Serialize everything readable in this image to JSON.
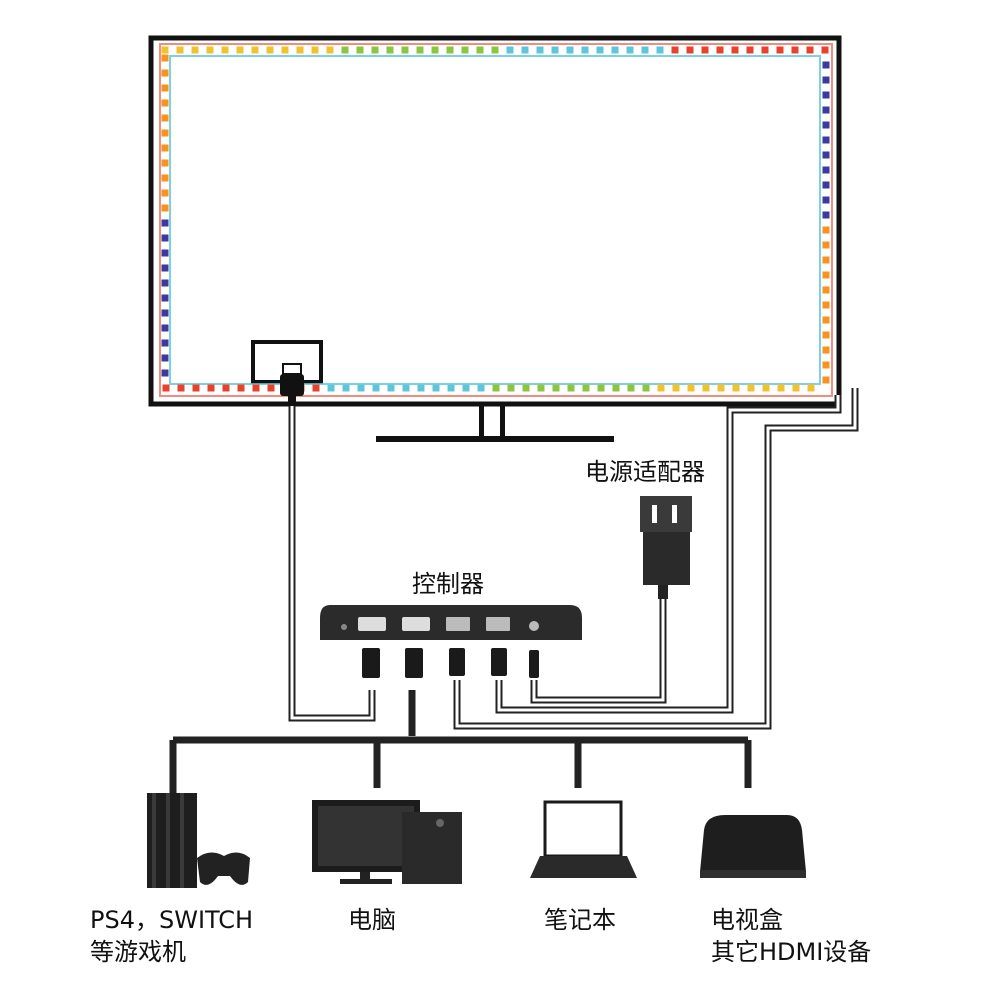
{
  "labels": {
    "power_adapter": "电源适配器",
    "controller": "控制器"
  },
  "devices": [
    {
      "line1": "PS4，SWITCH",
      "line2": "等游戏机"
    },
    {
      "line1": "电脑",
      "line2": ""
    },
    {
      "line1": "笔记本",
      "line2": ""
    },
    {
      "line1": "电视盒",
      "line2": "其它HDMI设备"
    }
  ],
  "colors": {
    "frame": "#111111",
    "cable": "#222222",
    "led_palette": [
      "#f2c12e",
      "#8cc63f",
      "#5ec6d8",
      "#e8412c",
      "#3b3a9e",
      "#f7931e"
    ]
  },
  "icons": [
    "tv-icon",
    "led-strip-icon",
    "usb-plug-icon",
    "power-adapter-icon",
    "controller-box-icon",
    "game-console-icon",
    "desktop-computer-icon",
    "laptop-icon",
    "tv-box-icon"
  ]
}
